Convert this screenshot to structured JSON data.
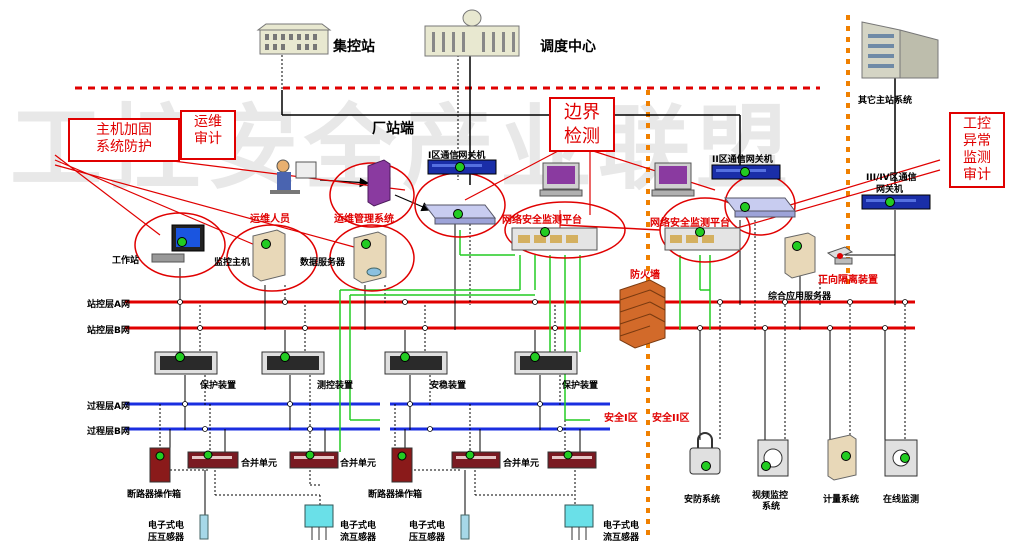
{
  "labels": {
    "jikong": "集控站",
    "diaodu": "调度中心",
    "changzhan": "厂站端",
    "qita": "其它主站系统",
    "zone1_gw": "I区通信网关机",
    "zone2_gw": "II区通信网关机",
    "zone34_gw_1": "III/IV区通信",
    "zone34_gw_2": "网关机",
    "workstation": "工作站",
    "monitor_host": "监控主机",
    "data_server": "数据服务器",
    "ops_person": "运维人员",
    "ops_system": "运维管理系统",
    "nsm1": "网络安全监测平台",
    "nsm2": "网络安全监测平台",
    "firewall": "防火墙",
    "isolation": "正向隔离装置",
    "app_server": "综合应用服务器",
    "net_a": "站控层A网",
    "net_b": "站控层B网",
    "proc_a": "过程层A网",
    "proc_b": "过程层B网",
    "protect1": "保护装置",
    "measure": "测控装置",
    "safety": "安稳装置",
    "protect2": "保护装置",
    "zone_i": "安全I区",
    "zone_ii": "安全II区",
    "merge1": "合并单元",
    "merge2": "合并单元",
    "merge3": "合并单元",
    "breaker1": "断路器操作箱",
    "breaker2": "断路器操作箱",
    "vt1_1": "电子式电",
    "vt1_2": "压互感器",
    "ct1_1": "电子式电",
    "ct1_2": "流互感器",
    "vt2_1": "电子式电",
    "vt2_2": "压互感器",
    "ct2_1": "电子式电",
    "ct2_2": "流互感器",
    "security_sys": "安防系统",
    "video_1": "视频监控",
    "video_2": "系统",
    "metering": "计量系统",
    "online": "在线监测"
  },
  "callouts": {
    "host_hardening": [
      "主机加固",
      "系统防护"
    ],
    "ops_audit": [
      "运维",
      "审计"
    ],
    "boundary": [
      "边界",
      "检测"
    ],
    "ics_anomaly": [
      "工控",
      "异常",
      "监测",
      "审计"
    ]
  },
  "watermark": "工控安全产业联盟",
  "colors": {
    "network_red": "#e00000",
    "process_blue": "#1a2ee0",
    "monitor_green": "#22cc22",
    "zone_orange": "#f08000",
    "callout_red": "#e00000"
  }
}
